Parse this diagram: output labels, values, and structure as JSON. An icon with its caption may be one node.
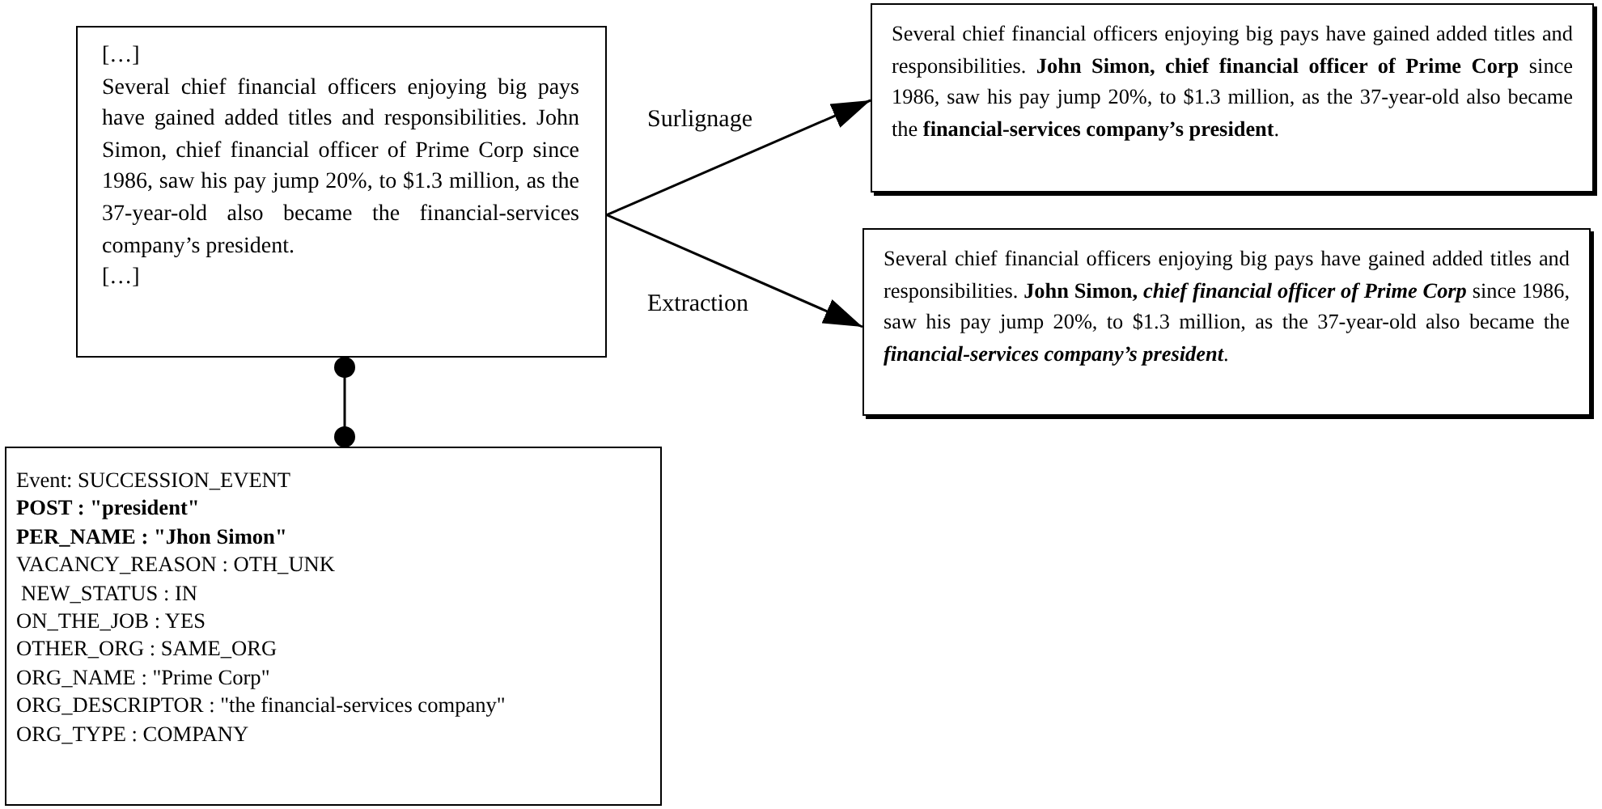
{
  "diagram": {
    "nodes": [
      {
        "text": [
          "[…]",
          "Several chief financial officers enjoying big pays have gained added titles and responsibilities. John Simon, chief financial officer of Prime Corp since 1986, saw his pay jump 20%, to $1.3 million, as the 37-year-old also became the financial-services company’s president.",
          "[…]"
        ]
      },
      {
        "text": [
          "Several chief financial officers enjoying big pays have gained added titles and responsibilities. **John Simon, chief financial officer of Prime Corp** since 1986, saw his pay jump 20%, to $1.3 million, as the 37-year-old also became the **financial-services company’s president**."
        ]
      },
      {
        "text": [
          "Several chief financial officers enjoying big pays have gained added titles and responsibilities. **John Simon,** *chief financial officer of Prime Corp* since 1986, saw his pay jump 20%, to $1.3 million, as the 37-year-old also became the *financial-services company’s president*."
        ]
      },
      {
        "text": [
          "Event: SUCCESSION_EVENT",
          "POST : \"president\"",
          "PER_NAME : \"Jhon Simon\"",
          "VACANCY_REASON : OTH_UNK",
          "NEW_STATUS : IN",
          "ON_THE_JOB : YES",
          "OTHER_ORG : SAME_ORG",
          "ORG_NAME : \"Prime Corp\"",
          "ORG_DESCRIPTOR : \"the financial-services company\"",
          "ORG_TYPE : COMPANY"
        ]
      }
    ],
    "edges": [
      {
        "from": 0,
        "to": 1,
        "arrow": "to",
        "label": "Surlignage"
      },
      {
        "from": 0,
        "to": 2,
        "arrow": "to",
        "label": "Extraction"
      },
      {
        "from": 0,
        "to": 3,
        "arrow": "other"
      }
    ]
  }
}
